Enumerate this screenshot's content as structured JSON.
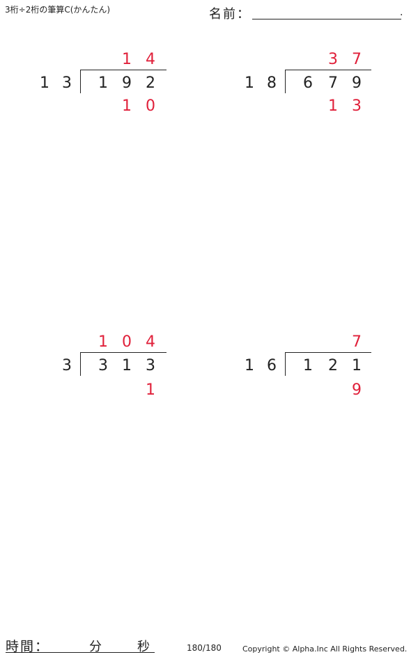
{
  "header": {
    "title": "3桁÷2桁の筆算C(かんたん)",
    "name_label": "名前：",
    "name_dot": "."
  },
  "problems": [
    {
      "divisor": [
        "1",
        "3"
      ],
      "dividend": [
        "1",
        "9",
        "2"
      ],
      "quotient": [
        "1",
        "4"
      ],
      "remainder": [
        "1",
        "0"
      ]
    },
    {
      "divisor": [
        "1",
        "8"
      ],
      "dividend": [
        "6",
        "7",
        "9"
      ],
      "quotient": [
        "3",
        "7"
      ],
      "remainder": [
        "1",
        "3"
      ]
    },
    {
      "divisor": [
        "3"
      ],
      "dividend": [
        "3",
        "1",
        "3"
      ],
      "quotient": [
        "1",
        "0",
        "4"
      ],
      "remainder": [
        "1"
      ]
    },
    {
      "divisor": [
        "1",
        "6"
      ],
      "dividend": [
        "1",
        "2",
        "1"
      ],
      "quotient": [
        "7"
      ],
      "remainder": [
        "9"
      ]
    }
  ],
  "colors": {
    "answer": "#e0203a",
    "text": "#222222"
  },
  "footer": {
    "time_label": "時間：",
    "minutes_label": "分",
    "seconds_label": "秒",
    "page": "180/180",
    "copyright": "Copyright © Alpha.Inc All Rights Reserved."
  }
}
